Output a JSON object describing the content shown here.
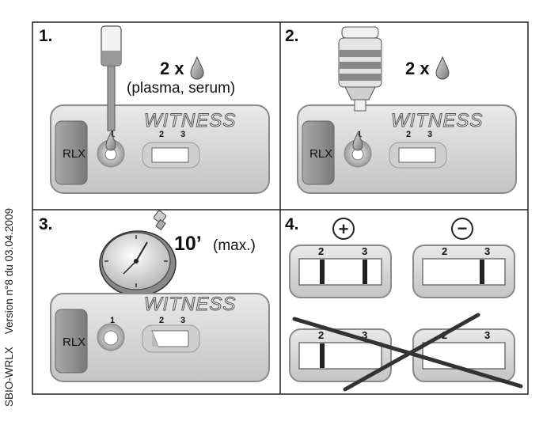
{
  "side_note": {
    "code": "SBIO-WRLX",
    "version": "Version n°8 du 03.04.2009"
  },
  "steps": [
    {
      "number": "1.",
      "dose": "2 x",
      "note": "(plasma, serum)",
      "device": {
        "brand": "WITNESS",
        "label": "RLX",
        "wells": [
          "1",
          "2",
          "3"
        ]
      }
    },
    {
      "number": "2.",
      "dose": "2 x",
      "device": {
        "brand": "WITNESS",
        "label": "RLX",
        "wells": [
          "1",
          "2",
          "3"
        ]
      }
    },
    {
      "number": "3.",
      "time": "10’",
      "time_note": "(max.)",
      "device": {
        "brand": "WITNESS",
        "label": "RLX",
        "wells": [
          "1",
          "2",
          "3"
        ]
      }
    },
    {
      "number": "4.",
      "positive_symbol": "+",
      "negative_symbol": "−",
      "windows": [
        {
          "labels": [
            "2",
            "3"
          ],
          "bands": [
            1,
            1
          ],
          "valid": true
        },
        {
          "labels": [
            "2",
            "3"
          ],
          "bands": [
            0,
            1
          ],
          "valid": true
        },
        {
          "labels": [
            "2",
            "3"
          ],
          "bands": [
            1,
            0
          ],
          "valid": false
        },
        {
          "labels": [
            "2",
            "3"
          ],
          "bands": [
            0,
            0
          ],
          "valid": false
        }
      ]
    }
  ],
  "colors": {
    "panel_border": "#222222",
    "device_body": "#d9d9d9",
    "device_edge": "#8a8a8a",
    "pad": "#8c8c8c",
    "band": "#222222",
    "cross": "#333333"
  }
}
